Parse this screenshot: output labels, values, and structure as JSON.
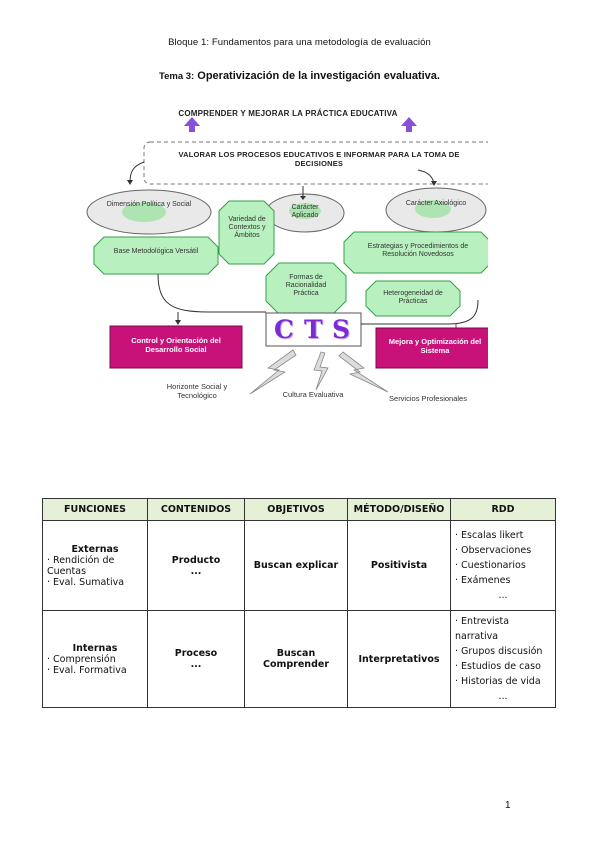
{
  "header": "Bloque 1: Fundamentos para una metodología de evaluación",
  "tema": {
    "label": "Tema 3:",
    "title": "Operativización de la investigación evaluativa."
  },
  "diagram": {
    "top_caption": "COMPRENDER Y MEJORAR LA PRÁCTICA EDUCATIVA",
    "dashed_box": "VALORAR LOS PROCESOS EDUCATIVOS E INFORMAR PARA LA TOMA DE DECISIONES",
    "ellipse_left": "Dimensión Política y Social",
    "ellipse_center": "Carácter Aplicado",
    "ellipse_right": "Carácter Axiológico",
    "oct_variedad": "Variedad de Contextos y Ámbitos",
    "oct_base": "Base Metodológica Versátil",
    "oct_estrategias": "Estrategias y Procedimientos de Resolución Novedosos",
    "oct_formas": "Formas de Racionalidad Práctica",
    "oct_hetero": "Heterogeneidad de Prácticas",
    "cts": [
      "C",
      "T",
      "S"
    ],
    "box_left": "Control y Orientación del Desarrollo Social",
    "box_right": "Mejora y Optimización del Sistema",
    "bottom_left": "Horizonte Social y Tecnológico",
    "bottom_center": "Cultura Evaluativa",
    "bottom_right": "Servicios Profesionales",
    "colors": {
      "green_fill": "#b8f0bf",
      "green_stroke": "#33a14a",
      "magenta": "#c8127a",
      "arrow": "#8a4fd9"
    }
  },
  "table": {
    "headers": [
      "FUNCIONES",
      "CONTENIDOS",
      "OBJETIVOS",
      "MÉTODO/DISEÑO",
      "RDD"
    ],
    "rows": [
      {
        "func_title": "Externas",
        "func_items": [
          "· Rendición de Cuentas",
          "· Eval. Sumativa"
        ],
        "contenido": "Producto",
        "contenido_dots": "...",
        "objetivo": "Buscan explicar",
        "metodo": "Positivista",
        "rdd": [
          "· Escalas likert",
          "· Observaciones",
          "· Cuestionarios",
          "· Exámenes"
        ],
        "rdd_dots": "..."
      },
      {
        "func_title": "Internas",
        "func_items": [
          "· Comprensión",
          "· Eval. Formativa"
        ],
        "contenido": "Proceso",
        "contenido_dots": "...",
        "objetivo": "Buscan Comprender",
        "metodo": "Interpretativos",
        "rdd": [
          "· Entrevista narrativa",
          "· Grupos discusión",
          "· Estudios de caso",
          "· Historias de vida"
        ],
        "rdd_dots": "..."
      }
    ]
  },
  "page_number": "1"
}
